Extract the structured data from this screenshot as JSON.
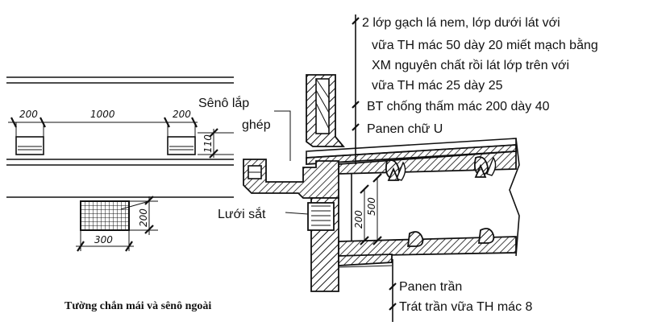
{
  "labels": {
    "layer1_line1": "2 lớp gạch lá nem, lớp dưới lát với",
    "layer1_line2": "vữa TH mác 50 dày 20 miết mạch bằng",
    "layer1_line3": "XM nguyên chất rồi lát lớp trên với",
    "layer1_line4": "vữa TH mác 25 dày 25",
    "layer2": "BT chống thấm mác 200 dày 40",
    "layer3": "Panen chữ U",
    "seno_line1": "Sênô lắp",
    "seno_line2": "ghép",
    "mesh": "Lưới sắt",
    "panel_ceiling": "Panen trần",
    "plaster": "Trát trần vữa TH mác 8"
  },
  "dimensions": {
    "d200a": "200",
    "d1000": "1000",
    "d200b": "200",
    "d110": "110",
    "d200c": "200",
    "d300": "300",
    "d200d": "200",
    "d500": "500"
  },
  "caption": "Tường chắn mái và sênô ngoài"
}
